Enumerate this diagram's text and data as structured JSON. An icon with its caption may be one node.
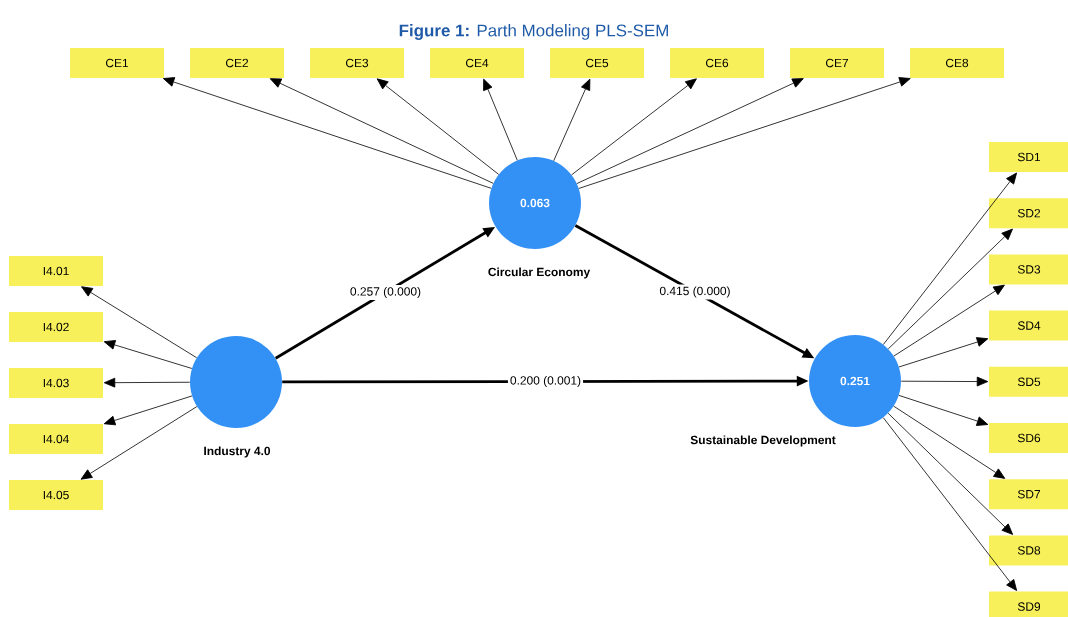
{
  "diagram": {
    "title": "**Figure 1:** Parth Modeling PLS-SEM",
    "nodes": [
      {
        "text": [
          "0.063",
          "Circular Economy"
        ]
      },
      {
        "text": [
          "Industry 4.0"
        ]
      },
      {
        "text": [
          "0.251",
          "Sustainable Development"
        ]
      },
      {
        "text": [
          "CE1"
        ]
      },
      {
        "text": [
          "CE2"
        ]
      },
      {
        "text": [
          "CE3"
        ]
      },
      {
        "text": [
          "CE4"
        ]
      },
      {
        "text": [
          "CE5"
        ]
      },
      {
        "text": [
          "CE6"
        ]
      },
      {
        "text": [
          "CE7"
        ]
      },
      {
        "text": [
          "CE8"
        ]
      },
      {
        "text": [
          "I4.01"
        ]
      },
      {
        "text": [
          "I4.02"
        ]
      },
      {
        "text": [
          "I4.03"
        ]
      },
      {
        "text": [
          "I4.04"
        ]
      },
      {
        "text": [
          "I4.05"
        ]
      },
      {
        "text": [
          "SD1"
        ]
      },
      {
        "text": [
          "SD2"
        ]
      },
      {
        "text": [
          "SD3"
        ]
      },
      {
        "text": [
          "SD4"
        ]
      },
      {
        "text": [
          "SD5"
        ]
      },
      {
        "text": [
          "SD6"
        ]
      },
      {
        "text": [
          "SD7"
        ]
      },
      {
        "text": [
          "SD8"
        ]
      },
      {
        "text": [
          "SD9"
        ]
      }
    ],
    "edges": [
      {
        "from": 1,
        "to": 0,
        "arrow": "to",
        "label": "0.257 (0.000)",
        "style": "thick"
      },
      {
        "from": 0,
        "to": 2,
        "arrow": "to",
        "label": "0.415 (0.000)",
        "style": "thick"
      },
      {
        "from": 1,
        "to": 2,
        "arrow": "to",
        "label": "0.200 (0.001)",
        "style": "thick"
      },
      {
        "from": 0,
        "to": 3,
        "arrow": "to"
      },
      {
        "from": 0,
        "to": 4,
        "arrow": "to"
      },
      {
        "from": 0,
        "to": 5,
        "arrow": "to"
      },
      {
        "from": 0,
        "to": 6,
        "arrow": "to"
      },
      {
        "from": 0,
        "to": 7,
        "arrow": "to"
      },
      {
        "from": 0,
        "to": 8,
        "arrow": "to"
      },
      {
        "from": 0,
        "to": 9,
        "arrow": "to"
      },
      {
        "from": 0,
        "to": 10,
        "arrow": "to"
      },
      {
        "from": 1,
        "to": 11,
        "arrow": "to"
      },
      {
        "from": 1,
        "to": 12,
        "arrow": "to"
      },
      {
        "from": 1,
        "to": 13,
        "arrow": "to"
      },
      {
        "from": 1,
        "to": 14,
        "arrow": "to"
      },
      {
        "from": 1,
        "to": 15,
        "arrow": "to"
      },
      {
        "from": 2,
        "to": 16,
        "arrow": "to"
      },
      {
        "from": 2,
        "to": 17,
        "arrow": "to"
      },
      {
        "from": 2,
        "to": 18,
        "arrow": "to"
      },
      {
        "from": 2,
        "to": 19,
        "arrow": "to"
      },
      {
        "from": 2,
        "to": 20,
        "arrow": "to"
      },
      {
        "from": 2,
        "to": 21,
        "arrow": "to"
      },
      {
        "from": 2,
        "to": 22,
        "arrow": "to"
      },
      {
        "from": 2,
        "to": 23,
        "arrow": "to"
      },
      {
        "from": 2,
        "to": 24,
        "arrow": "to"
      }
    ]
  }
}
